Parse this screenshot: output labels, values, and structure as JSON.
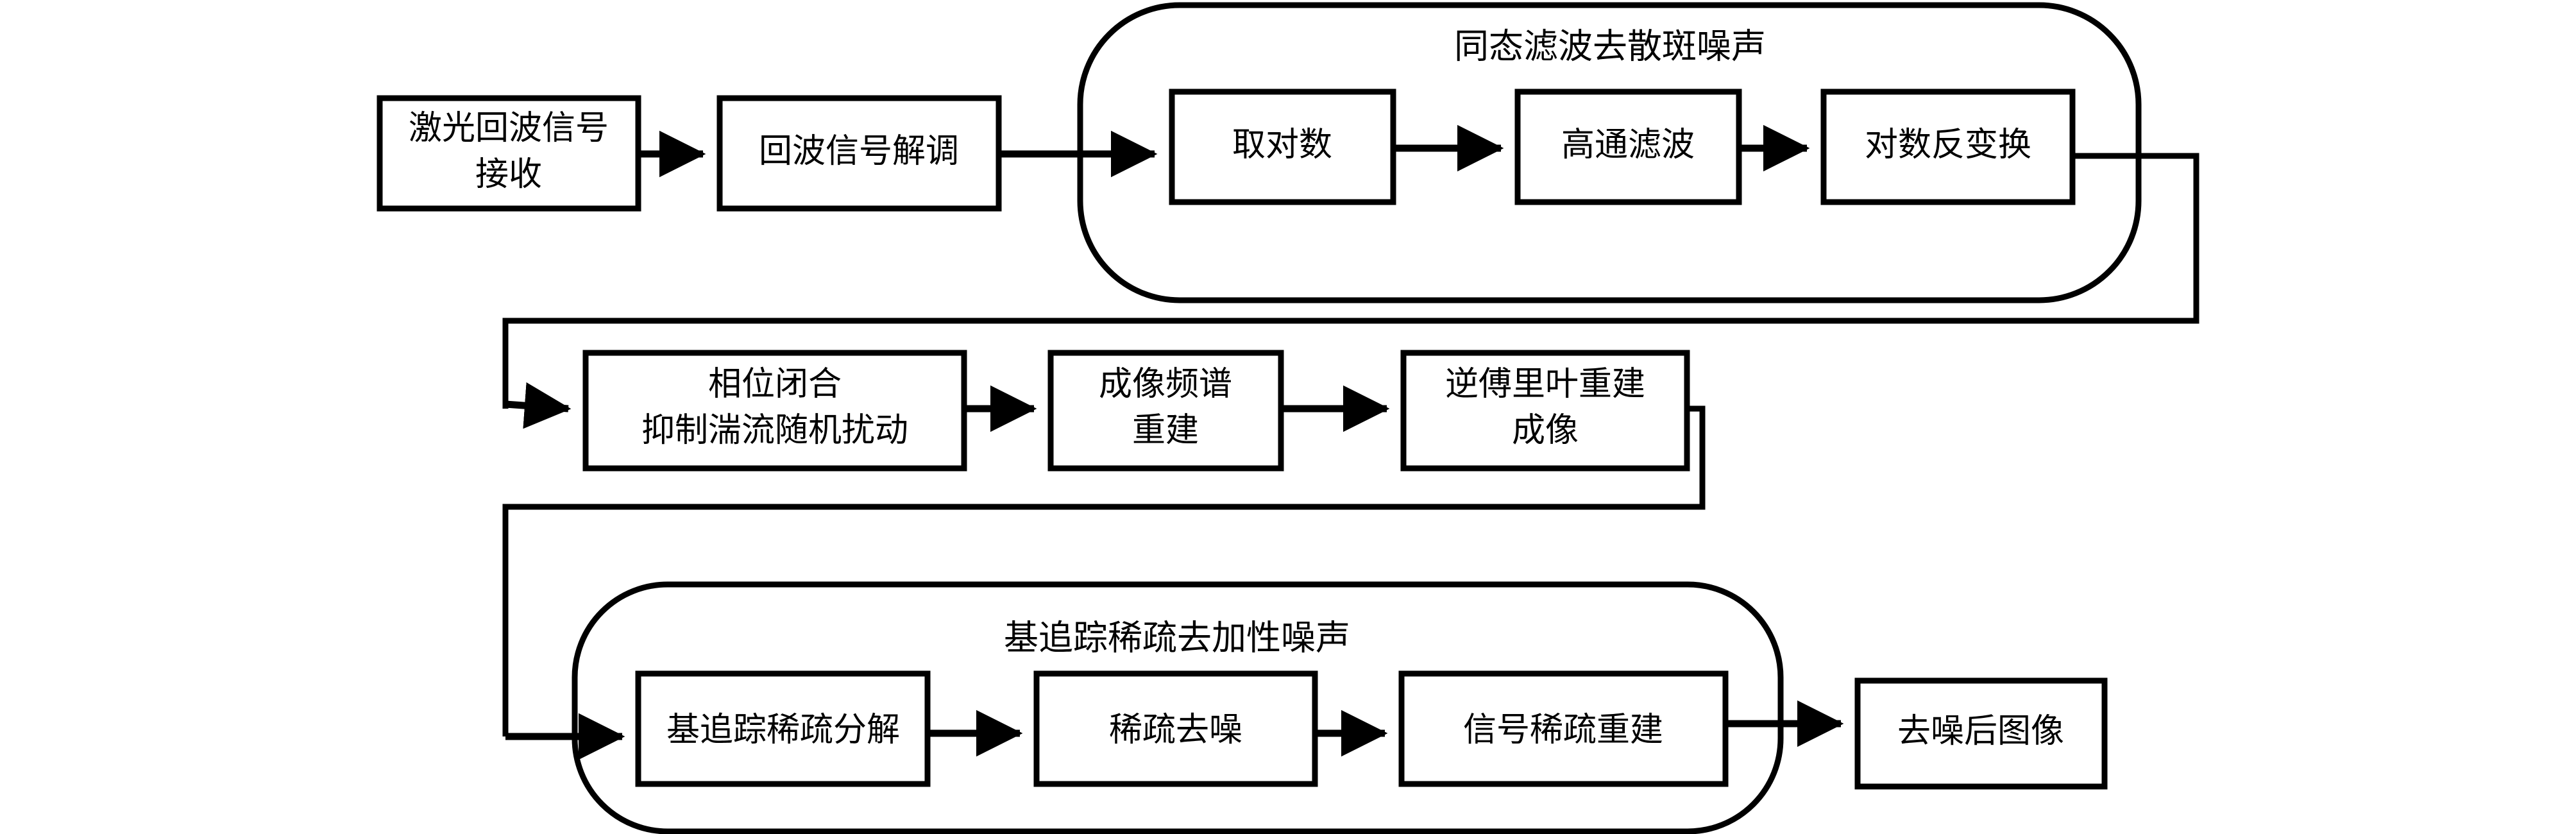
{
  "diagram": {
    "title_present": false,
    "line_color": "#000000",
    "background": "#ffffff",
    "nodes": {
      "n1": {
        "label_line1": "激光回波信号",
        "label_line2": "接收"
      },
      "n2": {
        "label_line1": "回波信号解调",
        "label_line2": ""
      },
      "n3": {
        "label_line1": "取对数",
        "label_line2": ""
      },
      "n4": {
        "label_line1": "高通滤波",
        "label_line2": ""
      },
      "n5": {
        "label_line1": "对数反变换",
        "label_line2": ""
      },
      "n6": {
        "label_line1": "相位闭合",
        "label_line2": "抑制湍流随机扰动"
      },
      "n7": {
        "label_line1": "成像频谱",
        "label_line2": "重建"
      },
      "n8": {
        "label_line1": "逆傅里叶重建",
        "label_line2": "成像"
      },
      "n9": {
        "label_line1": "基追踪稀疏分解",
        "label_line2": ""
      },
      "n10": {
        "label_line1": "稀疏去噪",
        "label_line2": ""
      },
      "n11": {
        "label_line1": "信号稀疏重建",
        "label_line2": ""
      },
      "n12": {
        "label_line1": "去噪后图像",
        "label_line2": ""
      }
    },
    "groups": {
      "g1": {
        "label": "同态滤波去散斑噪声"
      },
      "g2": {
        "label": "基追踪稀疏去加性噪声"
      }
    }
  }
}
